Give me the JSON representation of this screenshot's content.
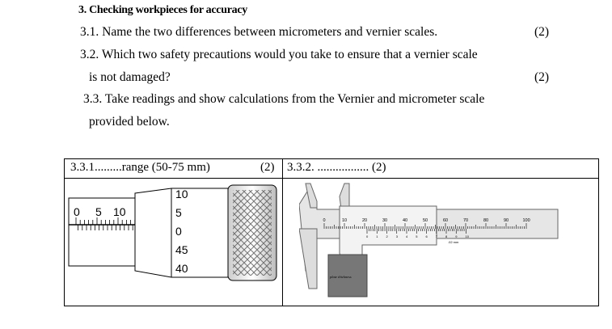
{
  "section": {
    "heading": "3. Checking workpieces for accuracy",
    "questions": [
      {
        "text": "3.1. Name the two differences between micrometers and vernier scales.",
        "marks": "(2)"
      },
      {
        "text": "3.2. Which two safety precautions would you take to ensure that a vernier scale",
        "marks": ""
      },
      {
        "text": "is not damaged?",
        "marks": "(2)"
      },
      {
        "text": "3.3. Take readings and show calculations from the Vernier and micrometer scale",
        "marks": ""
      },
      {
        "text": "provided below.",
        "marks": ""
      }
    ]
  },
  "table": {
    "cell1": {
      "label": "3.3.1.........range (50-75 mm)",
      "marks": "(2)"
    },
    "cell2": {
      "label": "3.3.2. ................. (2)"
    }
  },
  "micrometer": {
    "sleeve_numbers": [
      "0",
      "5",
      "10"
    ],
    "thimble_numbers": [
      "10",
      "5",
      "0",
      "45",
      "40"
    ]
  },
  "vernier": {
    "main_scale_numbers": [
      "0",
      "10",
      "20",
      "30",
      "40",
      "50",
      "60",
      "70",
      "80",
      "90",
      "100"
    ],
    "vernier_numbers": [
      "0",
      "1",
      "2",
      "3",
      "4",
      "5",
      "6",
      "7",
      "8",
      "9",
      "10"
    ],
    "vernier_unit": ".02 mm",
    "plate_label": "plate thickness"
  }
}
